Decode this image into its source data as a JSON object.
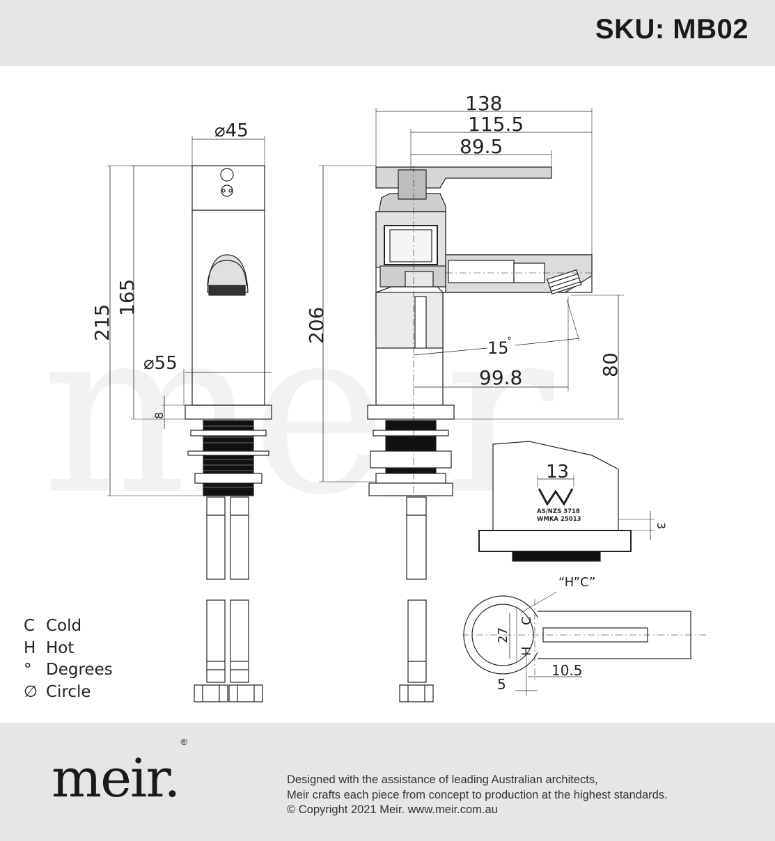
{
  "header": {
    "sku": "SKU: MB02"
  },
  "dimensions": {
    "side_diameter_top": "⌀45",
    "side_height_overall": "215",
    "side_height_body": "165",
    "side_diameter_base": "⌀55",
    "side_base_thickness": "8",
    "front_width_overall": "138",
    "front_width_mid": "115.5",
    "front_width_handle": "89.5",
    "front_height": "206",
    "front_angle": "15",
    "front_reach": "99.8",
    "front_spout_height": "80",
    "detail_width": "13",
    "detail_depth": "3",
    "plan_hc_label": "“H”C”",
    "plan_27": "27",
    "plan_105": "10.5",
    "plan_5": "5",
    "plan_c": "C",
    "plan_h": "H"
  },
  "stamp": {
    "line1": "AS/NZS  3718",
    "line2": "WMKA  25013"
  },
  "legend": [
    {
      "symbol": "C",
      "text": "Cold"
    },
    {
      "symbol": "H",
      "text": "Hot"
    },
    {
      "symbol": "°",
      "text": "Degrees"
    },
    {
      "symbol": "∅",
      "text": "Circle"
    }
  ],
  "footer": {
    "brand": "meir.",
    "registered": "®",
    "lines": [
      "Designed with the assistance of leading Australian architects,",
      "Meir crafts each piece from concept to production at the highest standards.",
      "© Copyright 2021 Meir. www.meir.com.au"
    ]
  },
  "watermark": "meir."
}
